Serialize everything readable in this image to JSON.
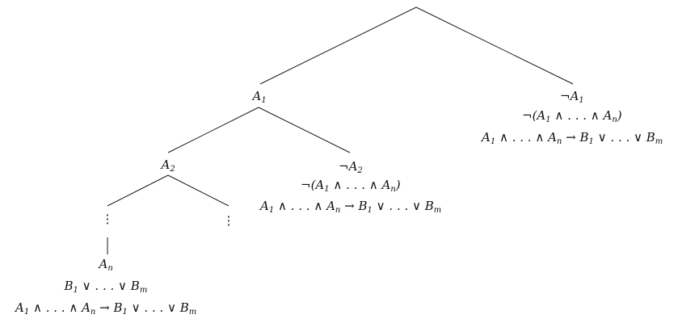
{
  "diagram": {
    "nodes": [
      {
        "id": "root",
        "lines": []
      },
      {
        "id": "a1",
        "lines": [
          [
            [
              "A",
              ""
            ],
            [
              "1",
              "sub"
            ]
          ]
        ]
      },
      {
        "id": "not-a1",
        "lines": [
          [
            [
              "¬A",
              ""
            ],
            [
              "1",
              "sub"
            ]
          ],
          [
            [
              "¬(A",
              ""
            ],
            [
              "1",
              "sub"
            ],
            [
              " ∧ . . . ∧ A",
              ""
            ],
            [
              "n",
              "sub"
            ],
            [
              ")",
              ""
            ]
          ],
          [
            [
              "A",
              ""
            ],
            [
              "1",
              "sub"
            ],
            [
              " ∧ . . . ∧ A",
              ""
            ],
            [
              "n",
              "sub"
            ],
            [
              " → B",
              ""
            ],
            [
              "1",
              "sub"
            ],
            [
              " ∨ . . . ∨ B",
              ""
            ],
            [
              "m",
              "sub"
            ]
          ]
        ]
      },
      {
        "id": "a2",
        "lines": [
          [
            [
              "A",
              ""
            ],
            [
              "2",
              "sub"
            ]
          ]
        ]
      },
      {
        "id": "not-a2",
        "lines": [
          [
            [
              "¬A",
              ""
            ],
            [
              "2",
              "sub"
            ]
          ],
          [
            [
              "¬(A",
              ""
            ],
            [
              "1",
              "sub"
            ],
            [
              " ∧ . . . ∧ A",
              ""
            ],
            [
              "n",
              "sub"
            ],
            [
              ")",
              ""
            ]
          ],
          [
            [
              "A",
              ""
            ],
            [
              "1",
              "sub"
            ],
            [
              " ∧ . . . ∧ A",
              ""
            ],
            [
              "n",
              "sub"
            ],
            [
              " → B",
              ""
            ],
            [
              "1",
              "sub"
            ],
            [
              " ∨ . . . ∨ B",
              ""
            ],
            [
              "m",
              "sub"
            ]
          ]
        ]
      },
      {
        "id": "dots-left",
        "lines": [
          [
            [
              "⋮",
              ""
            ]
          ]
        ]
      },
      {
        "id": "dots-right",
        "lines": [
          [
            [
              "⋮",
              ""
            ]
          ]
        ]
      },
      {
        "id": "an",
        "lines": [
          [
            [
              "A",
              ""
            ],
            [
              "n",
              "sub"
            ]
          ],
          [
            [
              "B",
              ""
            ],
            [
              "1",
              "sub"
            ],
            [
              " ∨ . . . ∨ B",
              ""
            ],
            [
              "m",
              "sub"
            ]
          ],
          [
            [
              "A",
              ""
            ],
            [
              "1",
              "sub"
            ],
            [
              " ∧ . . . ∧ A",
              ""
            ],
            [
              "n",
              "sub"
            ],
            [
              " → B",
              ""
            ],
            [
              "1",
              "sub"
            ],
            [
              " ∨ . . . ∨ B",
              ""
            ],
            [
              "m",
              "sub"
            ]
          ]
        ]
      }
    ],
    "edges": [
      [
        "root",
        "a1"
      ],
      [
        "root",
        "not-a1"
      ],
      [
        "a1",
        "a2"
      ],
      [
        "a1",
        "not-a2"
      ],
      [
        "a2",
        "dots-left"
      ],
      [
        "a2",
        "dots-right"
      ],
      [
        "dots-left",
        "an"
      ]
    ]
  }
}
